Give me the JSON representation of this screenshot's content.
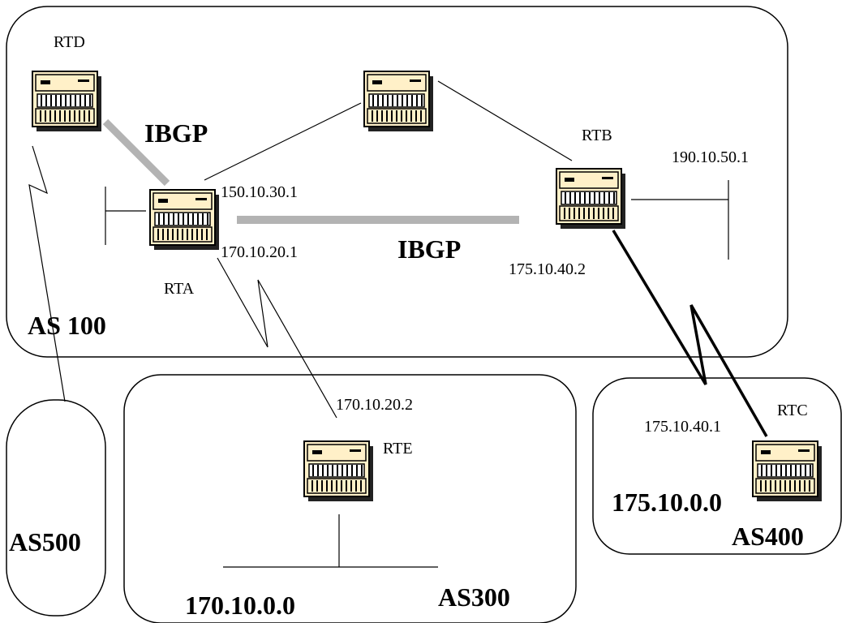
{
  "routers": {
    "rtd": {
      "name": "RTD"
    },
    "rta": {
      "name": "RTA"
    },
    "rtb": {
      "name": "RTB"
    },
    "rtc": {
      "name": "RTC"
    },
    "rte": {
      "name": "RTE"
    },
    "unnamed": {
      "name": ""
    }
  },
  "links": {
    "ibgp_rtd_rta": "IBGP",
    "ibgp_rta_rtb": "IBGP"
  },
  "addresses": {
    "rta_top": "150.10.30.1",
    "rta_bottom": "170.10.20.1",
    "rtb_right": "190.10.50.1",
    "rtb_bottom": "175.10.40.2",
    "rte_top": "170.10.20.2",
    "rtc_left": "175.10.40.1"
  },
  "networks": {
    "as300_net": "170.10.0.0",
    "as400_net": "175.10.0.0"
  },
  "autonomous_systems": {
    "as100": "AS 100",
    "as300": "AS300",
    "as400": "AS400",
    "as500": "AS500"
  },
  "colors": {
    "ibgp_link": "#b3b3b3",
    "router_body": "#fff0c8",
    "router_shadow": "#222222",
    "outline": "#000000"
  },
  "icons": {
    "router": "router-icon"
  }
}
